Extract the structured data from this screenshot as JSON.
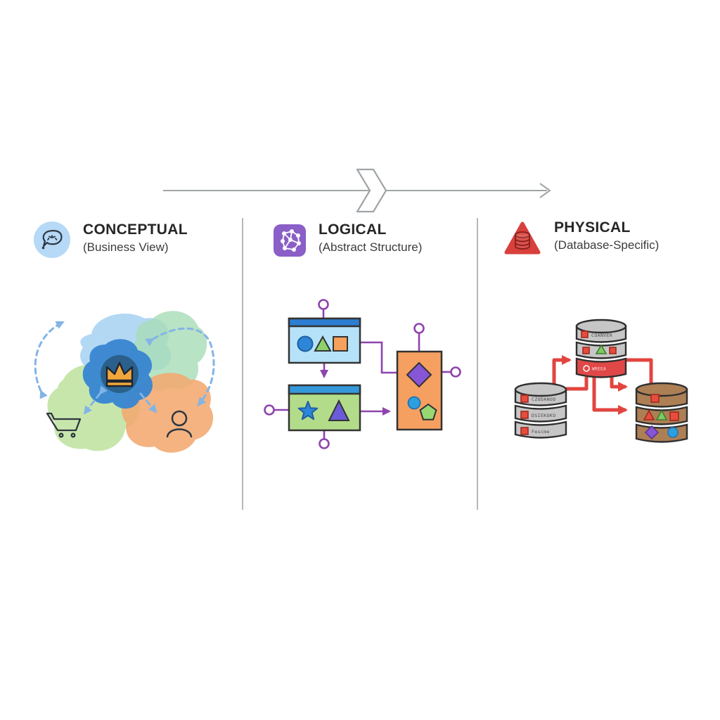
{
  "columns": [
    {
      "id": "conceptual",
      "title": "CONCEPTUAL",
      "subtitle": "(Business View)",
      "icon": "speech-bubble-icon",
      "accent": "#b5d9f6"
    },
    {
      "id": "logical",
      "title": "LOGICAL",
      "subtitle": "(Abstract Structure)",
      "icon": "network-graph-icon",
      "accent": "#8a5fc7"
    },
    {
      "id": "physical",
      "title": "PHYSICAL",
      "subtitle": "(Database-Specific)",
      "icon": "triangle-database-icon",
      "accent": "#d8403c"
    }
  ],
  "physical_dbs": {
    "left_database_rows": [
      "CZUDANOD",
      "DSIEKOKO",
      "Fescme"
    ],
    "top_database_rows": [
      "COANVER",
      "WREEA"
    ]
  },
  "colors": {
    "flow_arrow_gray": "#a0a4a7",
    "divider_gray": "#b4b8bb",
    "conceptual_icon_bg": "#b5d9f6",
    "logical_icon_bg": "#8a5fc7",
    "physical_icon_red": "#d8403c",
    "blob_light_blue": "#a9d3f2",
    "blob_green": "#a8dcb6",
    "blob_light_green": "#bfe3a0",
    "blob_orange": "#f3a96f",
    "blob_dark_blue": "#3a86d1",
    "crown_orange": "#f2a73b",
    "dashed_arrow_blue": "#82b4e6",
    "logical_connector_purple": "#8e44ad",
    "entity_header_blue": "#2d7dd2",
    "entity_body_blue": "#b5e2f8",
    "entity_body_green": "#b3dc8a",
    "entity_body_orange": "#f5a060",
    "shape_blue": "#2d86d8",
    "shape_green": "#8ed16b",
    "shape_orange_sq": "#f5a15c",
    "shape_purple": "#6a5cd8",
    "physical_connector_red": "#e2453f",
    "db_gray": "#c6c6c6",
    "db_red_band": "#e04848",
    "db_brown": "#ad7f55"
  }
}
